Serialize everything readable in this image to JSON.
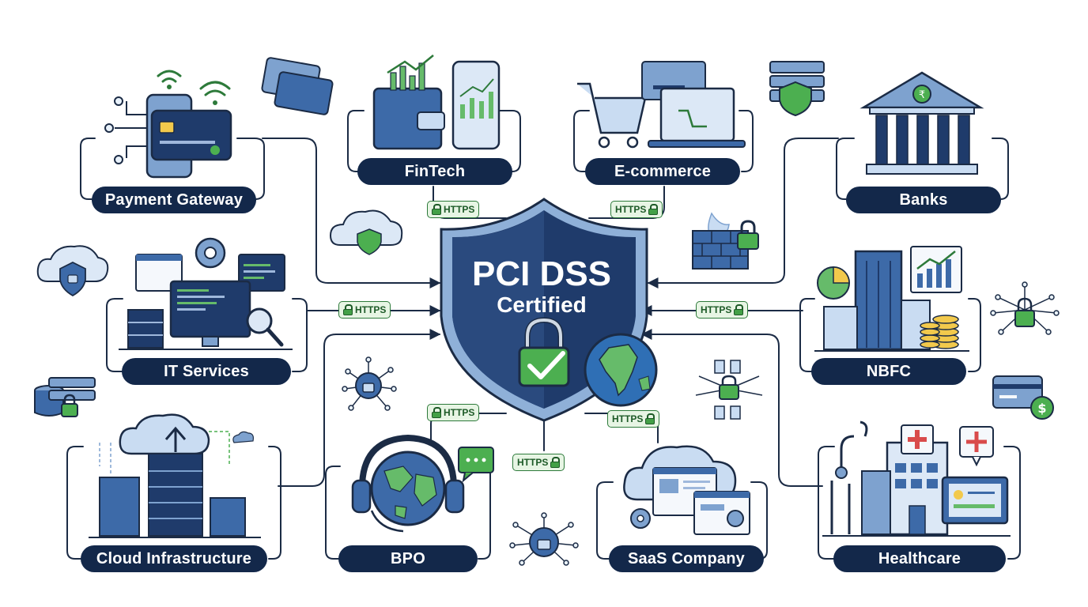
{
  "certification": {
    "title": "PCI DSS",
    "subtitle": "Certified"
  },
  "protocol_label": "HTTPS",
  "industries": {
    "payment_gateway": "Payment Gateway",
    "fintech": "FinTech",
    "ecommerce": "E-commerce",
    "banks": "Banks",
    "it_services": "IT Services",
    "nbfc": "NBFC",
    "cloud_infrastructure": "Cloud Infrastructure",
    "bpo": "BPO",
    "saas_company": "SaaS Company",
    "healthcare": "Healthcare"
  },
  "icons": {
    "center": [
      "shield-icon",
      "padlock-icon",
      "checkmark-icon",
      "india-globe-icon"
    ],
    "decorative": [
      "cloud-lock-icon",
      "server-lock-icon",
      "firewall-lock-icon",
      "chip-lock-icon",
      "credit-card-icon",
      "dollar-icon",
      "wifi-icon",
      "globe-icon"
    ]
  },
  "colors": {
    "navy": "#13284a",
    "mid_blue": "#3d6aa8",
    "light_blue": "#c9dcf2",
    "green": "#43a047",
    "line": "#1b2b45"
  }
}
